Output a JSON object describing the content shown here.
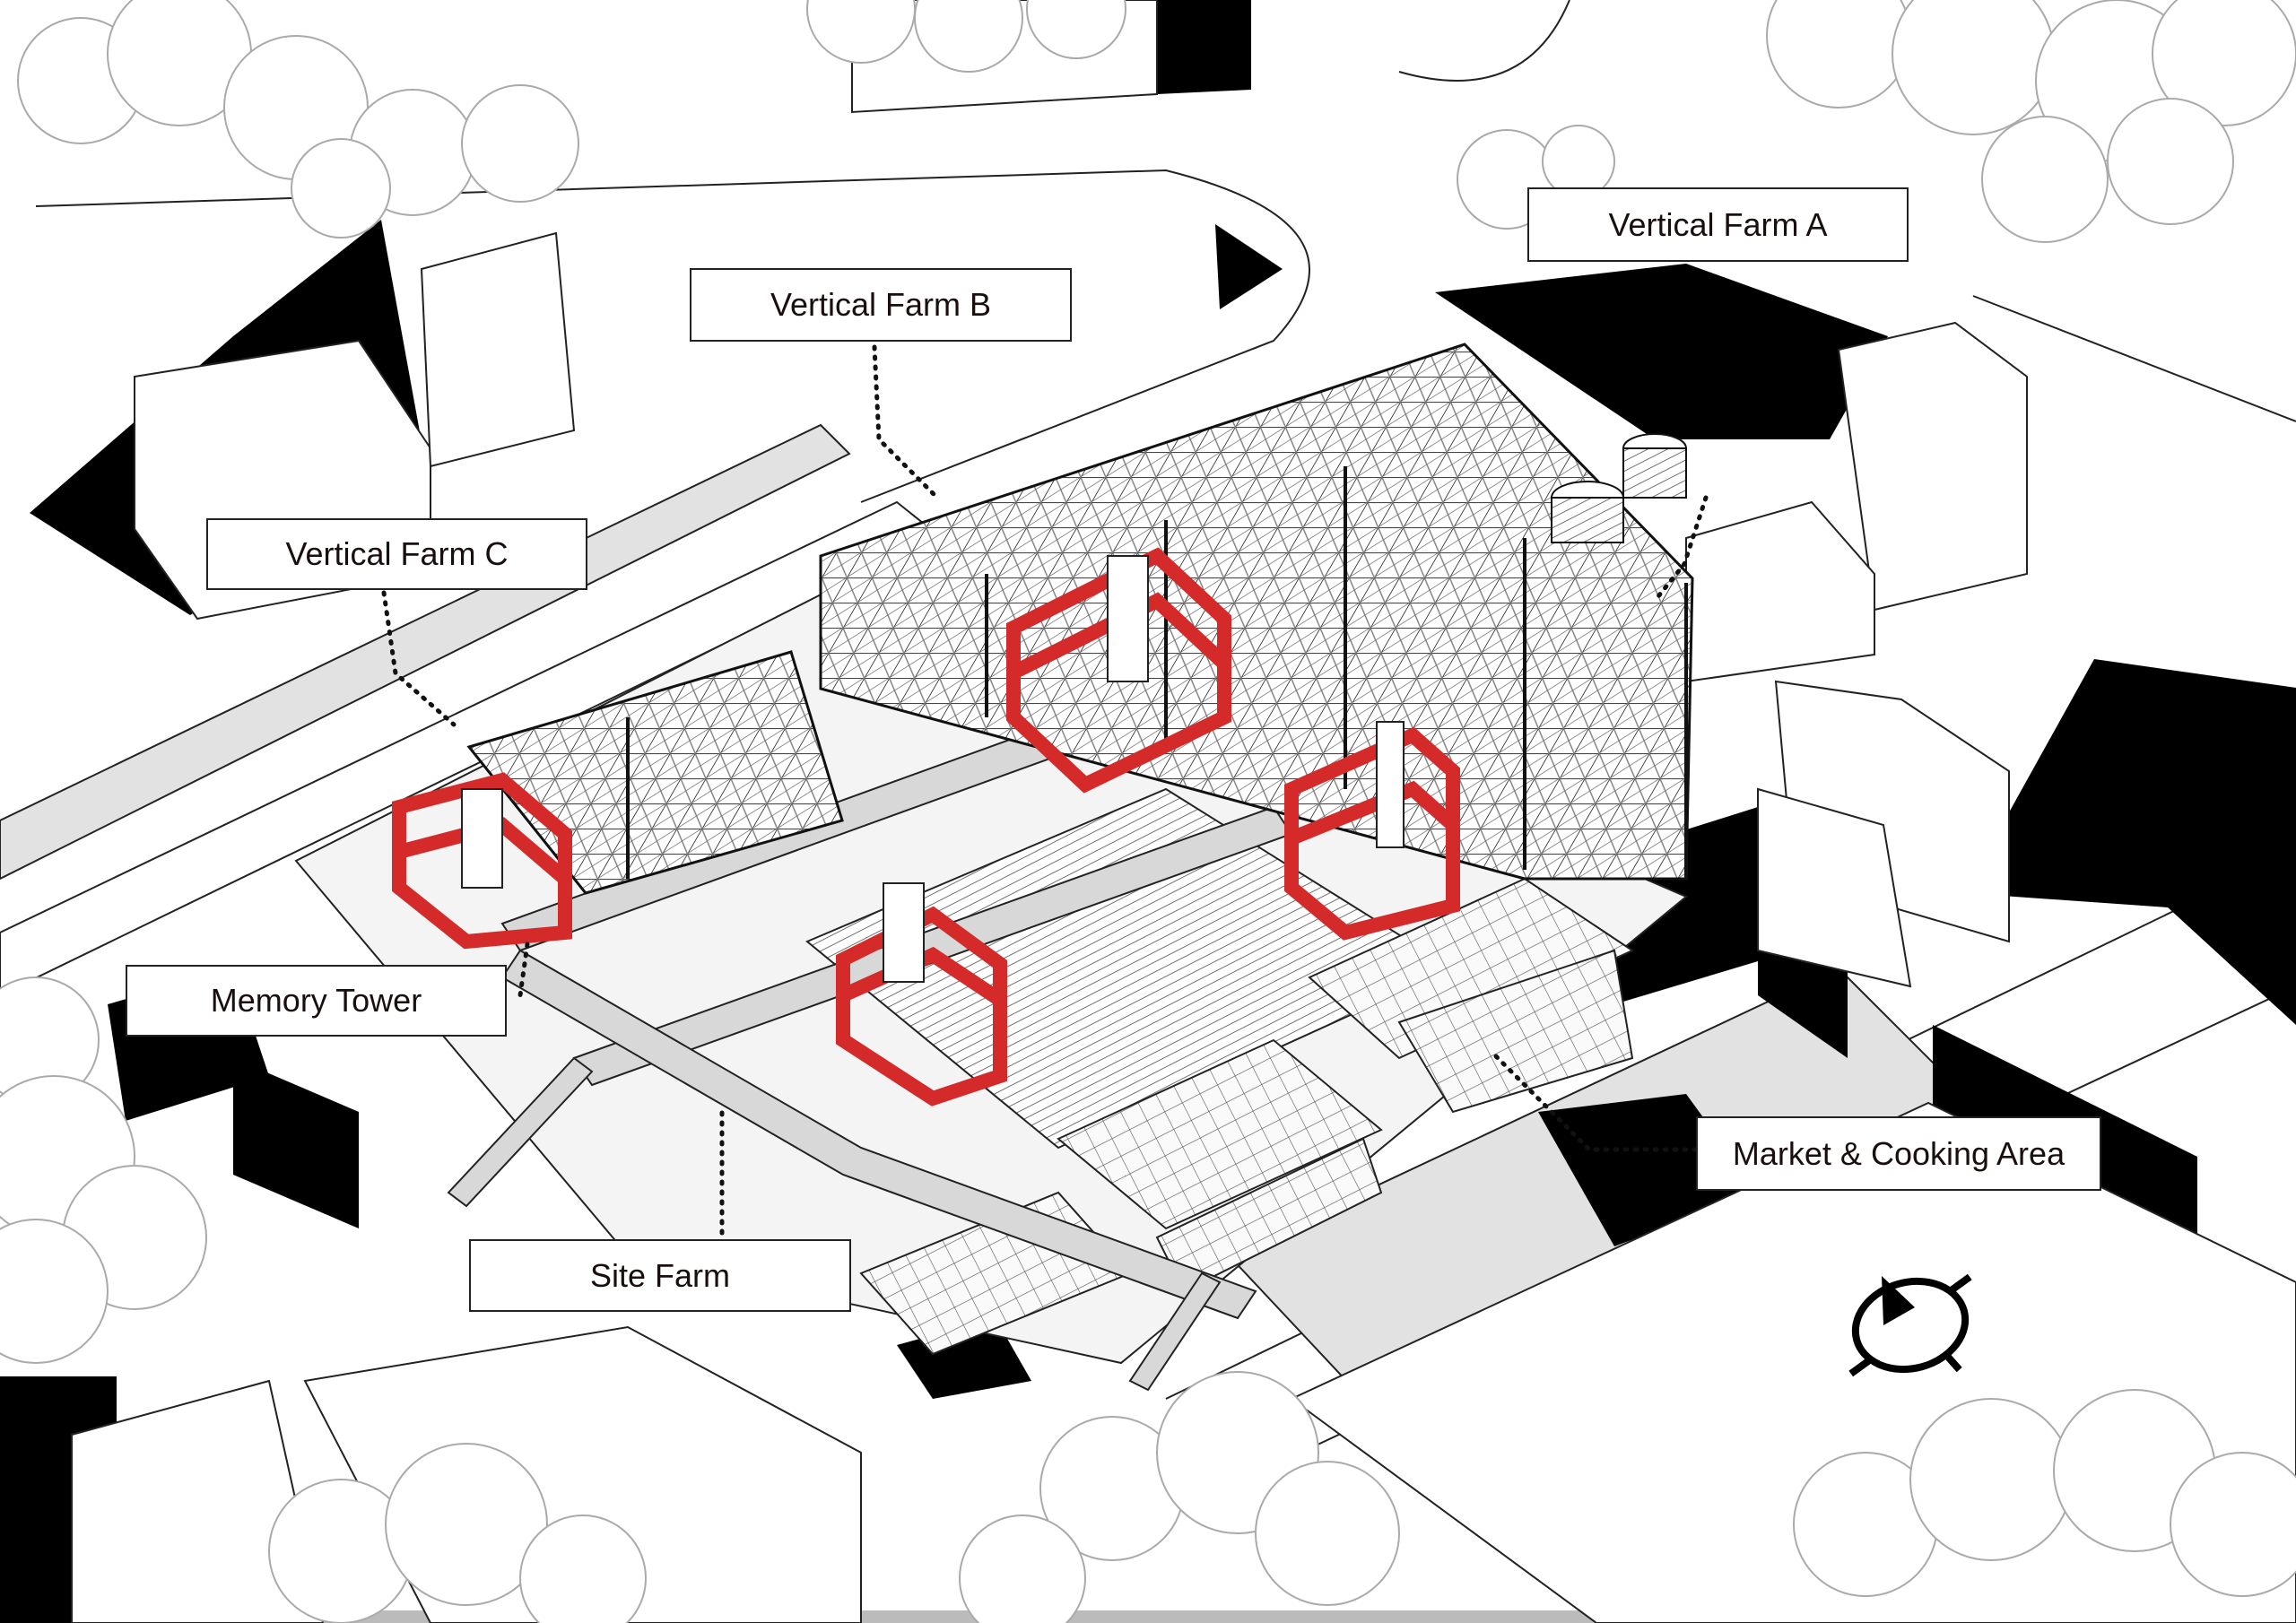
{
  "labels": {
    "vertical_farm_a": "Vertical Farm A",
    "vertical_farm_b": "Vertical Farm B",
    "vertical_farm_c": "Vertical Farm C",
    "memory_tower": "Memory Tower",
    "site_farm": "Site Farm",
    "market_cooking": "Market & Cooking Area"
  },
  "colors": {
    "tower_red": "#d42a2a",
    "mass_black": "#000000",
    "road_grey": "#e2e2e2",
    "line": "#222222"
  },
  "icons": {
    "north_arrow": "north-arrow-compass-icon"
  }
}
